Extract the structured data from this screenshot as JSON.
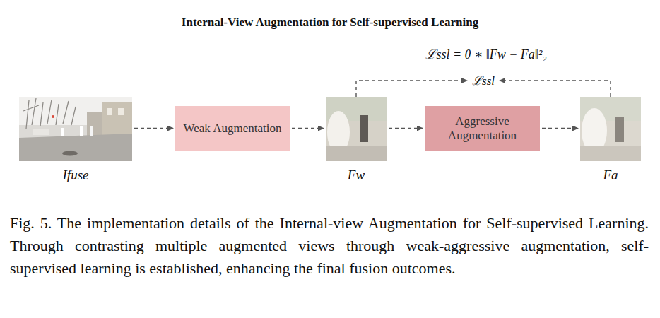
{
  "diagram": {
    "title": "Internal-View Augmentation for Self-supervised Learning",
    "caption": "Fig. 5. The implementation details of the Internal-view Augmentation for Self-supervised Learning. Through contrasting multiple augmented views through weak-aggressive augmentation, self-supervised learning is established, enhancing the final fusion outcomes.",
    "nodes": [
      {
        "text": [
          "Ifuse"
        ]
      },
      {
        "text": [
          "Weak Augmentation"
        ]
      },
      {
        "text": [
          "Fw"
        ]
      },
      {
        "text": [
          "Aggressive Augmentation"
        ]
      },
      {
        "text": [
          "Fa"
        ]
      }
    ],
    "edges": [
      {
        "from": 0,
        "to": 1,
        "arrow": "to"
      },
      {
        "from": 1,
        "to": 2,
        "arrow": "to"
      },
      {
        "from": 2,
        "to": 3,
        "arrow": "to"
      },
      {
        "from": 3,
        "to": 4,
        "arrow": "to"
      },
      {
        "from": 2,
        "to": 4,
        "label": "ℒssl",
        "arrow": "none"
      }
    ],
    "labels": [
      "ℒssl = θ ∗ ‖Fw − Fa‖²₂"
    ]
  }
}
